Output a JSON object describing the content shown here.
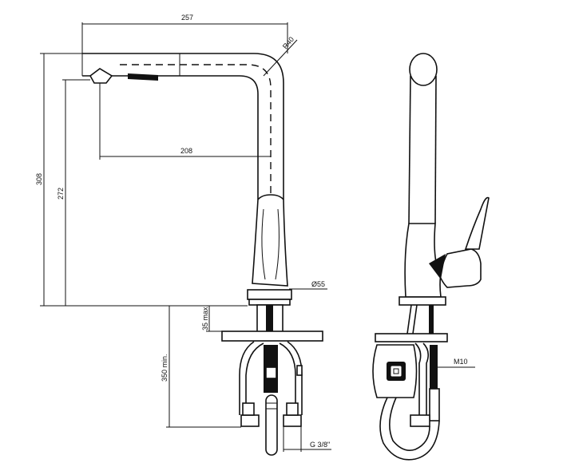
{
  "dimensions": {
    "overall_reach": "257",
    "bend_radius": "R40",
    "spout_reach": "208",
    "total_height": "308",
    "spout_height": "272",
    "base_diameter": "Ø55",
    "max_counter_thickness": "35 max.",
    "min_hose_length": "350 min.",
    "connection_thread": "G 3/8\"",
    "fixing_rod_thread": "M10"
  }
}
